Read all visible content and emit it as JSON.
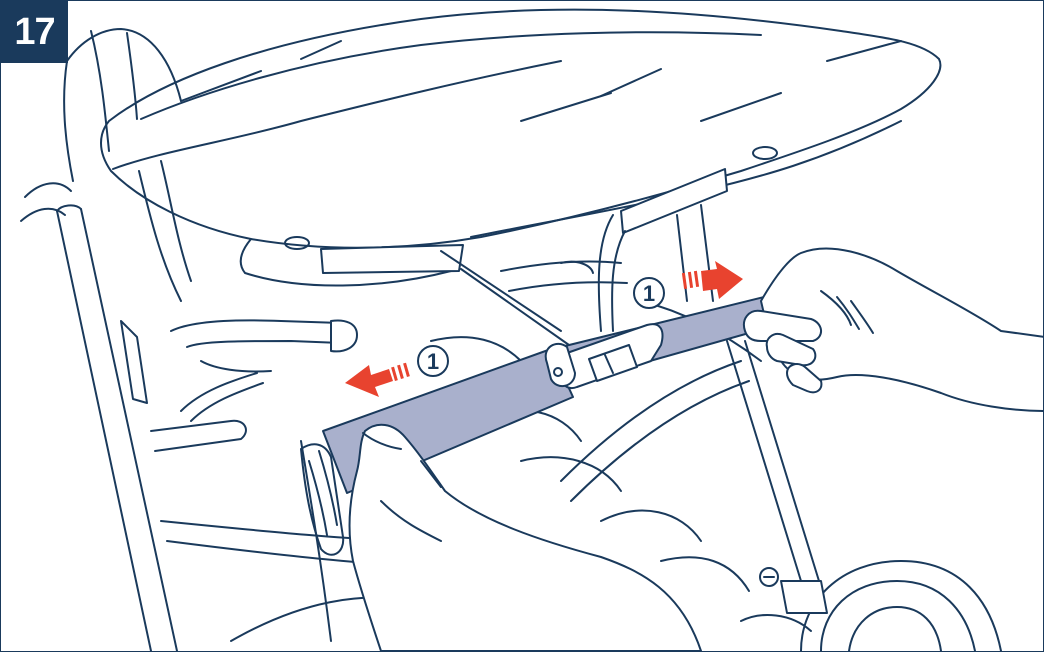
{
  "step": {
    "number": "17",
    "badge_color": "#1a3a5c"
  },
  "callouts": [
    {
      "label": "1"
    },
    {
      "label": "1"
    }
  ],
  "colors": {
    "line": "#1a3a5c",
    "strap": "#a9b0cc",
    "arrow": "#e8432f"
  },
  "icons": [
    "strap-pull-left-arrow-icon",
    "strap-pull-right-arrow-icon"
  ]
}
